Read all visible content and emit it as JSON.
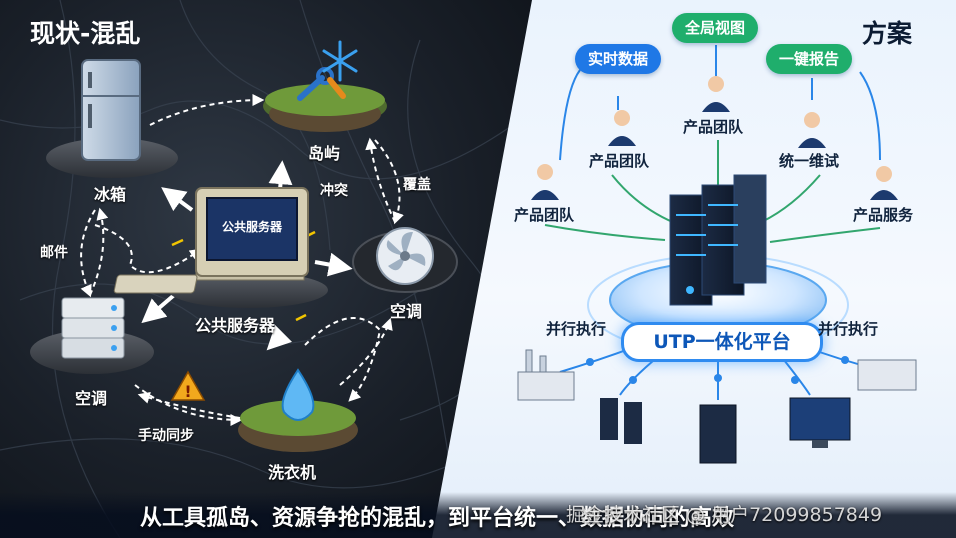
{
  "left_panel": {
    "title": "现状-混乱",
    "nodes": {
      "fridge": "冰箱",
      "island": "岛屿",
      "server": "公共服务器",
      "ac_right": "空调",
      "ac_left": "空调",
      "washer": "洗衣机"
    },
    "screen_label": "公共服务器",
    "edge_labels": {
      "mail": "邮件",
      "conflict": "冲突",
      "overlay": "覆盖",
      "manual_sync": "手动同步"
    }
  },
  "right_panel": {
    "title": "方案",
    "pills": {
      "realtime": "实时数据",
      "global_view": "全局视图",
      "report": "一键报告"
    },
    "people": {
      "p1": "产品团队",
      "p2": "产品团队",
      "p3": "产品团队",
      "p4": "统一维试",
      "p5": "产品服务"
    },
    "platform": "UTP一体化平台",
    "parallel_left": "并行执行",
    "parallel_right": "并行执行"
  },
  "footer": {
    "caption": "从工具孤岛、资源争抢的混乱，到平台统一、数据协同的高效",
    "watermark": "掘金技术社区 @ 用户72099857849"
  },
  "colors": {
    "pill_blue": "#1f78e6",
    "pill_green": "#1fae6c",
    "platform_blue": "#2f8bf0",
    "left_bg": "#1a2029",
    "right_bg": "#eaf3fd"
  }
}
